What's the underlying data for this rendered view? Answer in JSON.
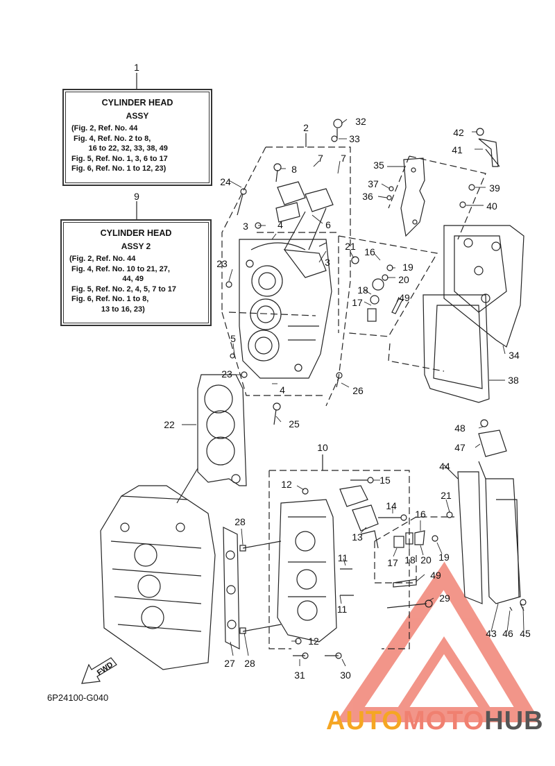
{
  "ref_boxes": [
    {
      "ref": "1",
      "title": "CYLINDER HEAD",
      "subtitle": "ASSY",
      "lines": [
        "(Fig. 2, Ref. No. 44",
        " Fig. 4, Ref. No. 2 to 8,",
        "        16 to 22, 32, 33, 38, 49",
        "Fig. 5, Ref. No. 1, 3, 6 to 17",
        "Fig. 6, Ref. No. 1 to 12, 23)"
      ]
    },
    {
      "ref": "9",
      "title": "CYLINDER HEAD",
      "subtitle": "ASSY 2",
      "lines": [
        "(Fig. 2, Ref. No. 44",
        " Fig. 4, Ref. No. 10 to 21, 27,",
        "                         44, 49",
        " Fig. 5, Ref. No. 2, 4, 5, 7 to 17",
        " Fig. 6, Ref. No. 1 to 8,",
        "               13 to 16, 23)"
      ]
    }
  ],
  "callouts": [
    "2",
    "3",
    "3",
    "4",
    "4",
    "5",
    "6",
    "7",
    "7",
    "8",
    "10",
    "11",
    "11",
    "12",
    "12",
    "13",
    "14",
    "15",
    "16",
    "16",
    "17",
    "17",
    "18",
    "18",
    "19",
    "19",
    "20",
    "20",
    "21",
    "21",
    "22",
    "23",
    "23",
    "24",
    "25",
    "26",
    "27",
    "28",
    "28",
    "29",
    "30",
    "31",
    "32",
    "33",
    "34",
    "35",
    "36",
    "37",
    "38",
    "39",
    "40",
    "41",
    "42",
    "43",
    "44",
    "45",
    "46",
    "47",
    "48",
    "49",
    "49"
  ],
  "fwd_label": "FWD",
  "diagram_code": "6P24100-G040",
  "watermark": {
    "part1": "AUTO",
    "part2": "MOTO",
    "part3": "HUB",
    "color1": "#f5a623",
    "color2": "#f08070",
    "color3": "#555555",
    "triangle_color": "#e8402a"
  }
}
